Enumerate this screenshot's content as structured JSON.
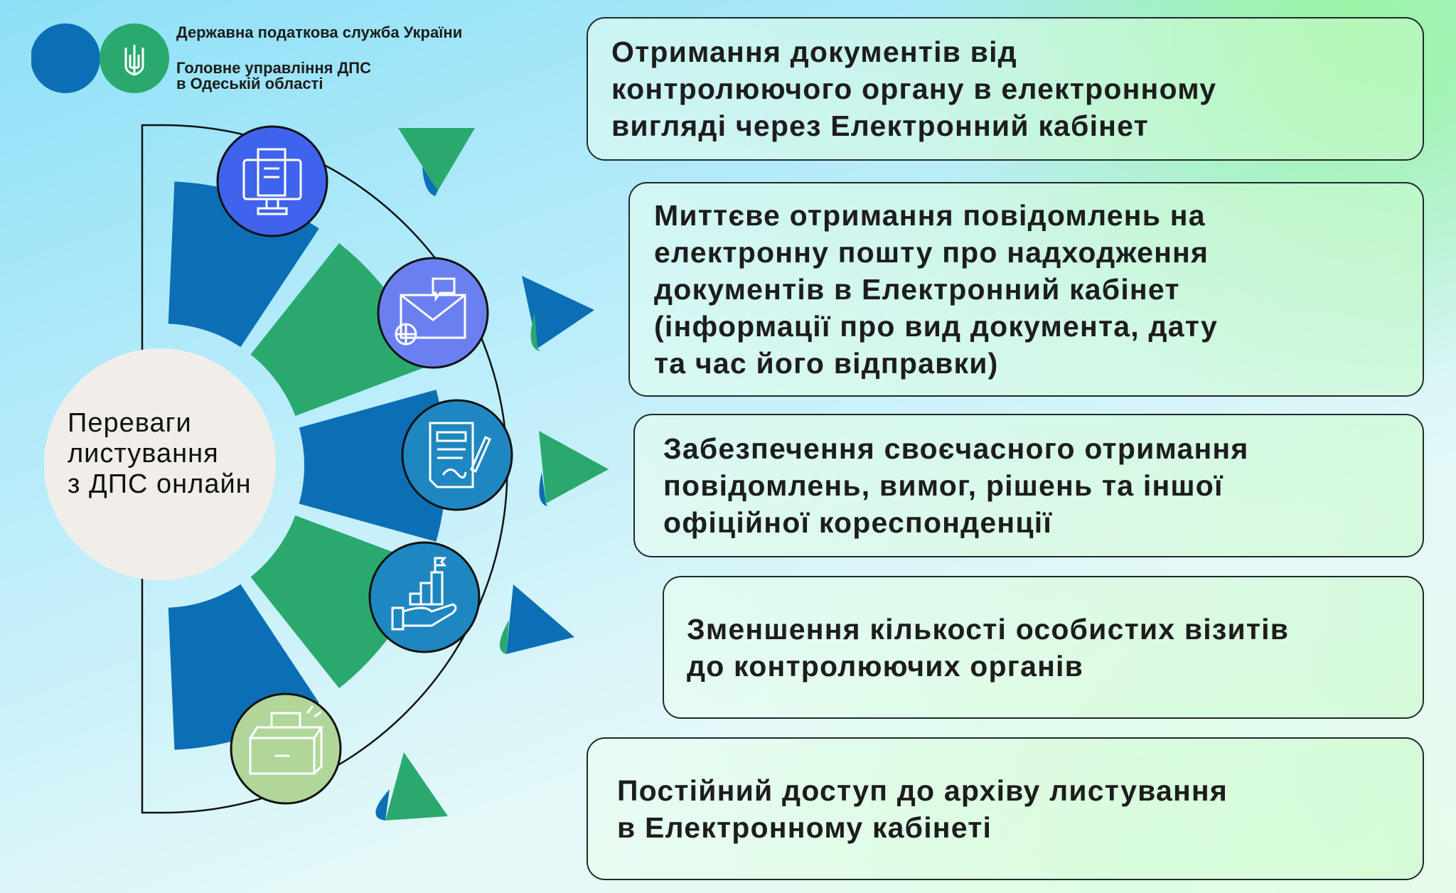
{
  "header": {
    "org_name": "Державна податкова служба України",
    "department_line1": "Головне управління ДПС",
    "department_line2": "в Одеській області"
  },
  "center": {
    "line1": "Переваги",
    "line2": "листування",
    "line3": "з ДПС онлайн"
  },
  "colors": {
    "blue": "#0c6fb5",
    "green": "#29a96e",
    "icon_blue": "#3f63ec",
    "icon_violet": "#6b80f0",
    "icon_teal": "#1e87c2",
    "icon_lightgreen": "#b1d69a"
  },
  "benefits": [
    {
      "text": "Отримання документів від\nконтролюючого органу в електронному\nвигляді через Електронний кабінет",
      "icon": "computer-document-icon"
    },
    {
      "text": "Миттєве отримання повідомлень на\nелектронну пошту про надходження\nдокументів в Електронний кабінет\n(інформації про вид документа, дату\n та час його відправки)",
      "icon": "email-globe-icon"
    },
    {
      "text": "Забезпечення своєчасного отримання\nповідомлень, вимог, рішень та іншої\nофіційної кореспонденції",
      "icon": "signed-document-icon"
    },
    {
      "text": "Зменшення кількості особистих візитів\nдо контролюючих органів",
      "icon": "hand-growth-chart-icon"
    },
    {
      "text": "Постійний доступ до архіву листування\nв Електронному кабінеті",
      "icon": "archive-box-icon"
    }
  ]
}
